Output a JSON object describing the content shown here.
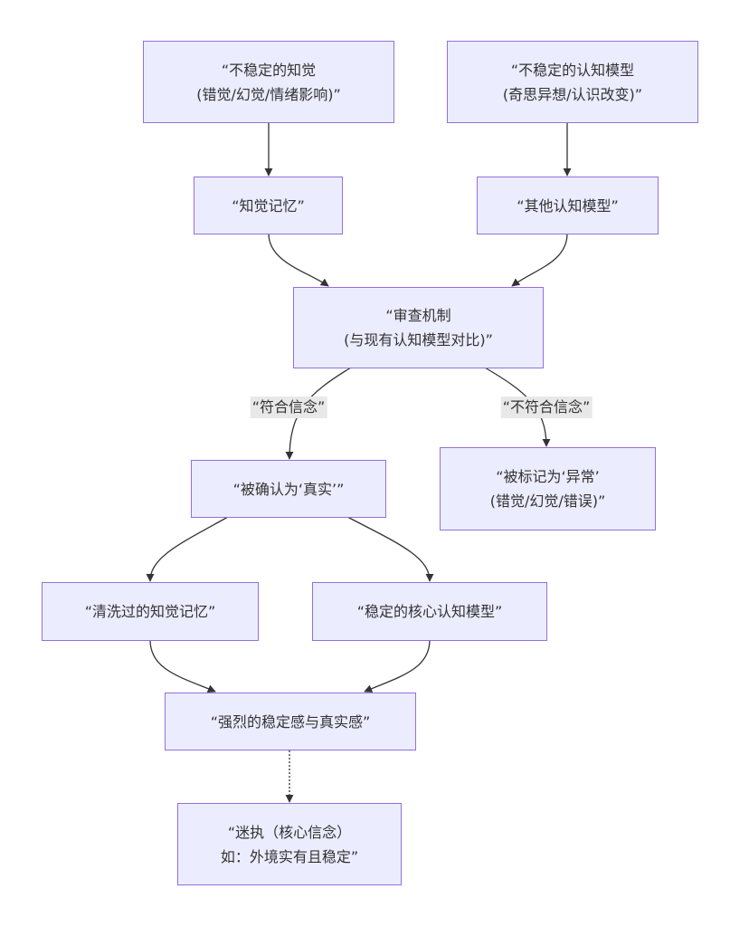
{
  "diagram": {
    "type": "flowchart",
    "direction": "top-down",
    "colors": {
      "node_fill": "#ececff",
      "node_border": "#9370db",
      "edge": "#333333",
      "text": "#333333",
      "edge_label_bg": "#e8e8e8"
    },
    "nodes": [
      {
        "id": "A",
        "label": "“不稳定的知觉\n(错觉/幻觉/情绪影响)”"
      },
      {
        "id": "B",
        "label": "“不稳定的认知模型\n(奇思异想/认识改变)”"
      },
      {
        "id": "C",
        "label": "“知觉记忆”"
      },
      {
        "id": "D",
        "label": "“其他认知模型”"
      },
      {
        "id": "E",
        "label": "“审查机制\n(与现有认知模型对比)”"
      },
      {
        "id": "F",
        "label": "“被确认为‘真实’”"
      },
      {
        "id": "G",
        "label": "“被标记为‘异常’\n(错觉/幻觉/错误)”"
      },
      {
        "id": "H",
        "label": "“清洗过的知觉记忆”"
      },
      {
        "id": "I",
        "label": "“稳定的核心认知模型”"
      },
      {
        "id": "J",
        "label": "“强烈的稳定感与真实感”"
      },
      {
        "id": "K",
        "label": "“迷执（核心信念）\n如：外境实有且稳定”"
      }
    ],
    "edges": [
      {
        "from": "A",
        "to": "C",
        "style": "solid",
        "label": ""
      },
      {
        "from": "B",
        "to": "D",
        "style": "solid",
        "label": ""
      },
      {
        "from": "C",
        "to": "E",
        "style": "solid",
        "label": ""
      },
      {
        "from": "D",
        "to": "E",
        "style": "solid",
        "label": ""
      },
      {
        "from": "E",
        "to": "F",
        "style": "solid",
        "label": "“符合信念”"
      },
      {
        "from": "E",
        "to": "G",
        "style": "solid",
        "label": "“不符合信念”"
      },
      {
        "from": "F",
        "to": "H",
        "style": "solid",
        "label": ""
      },
      {
        "from": "F",
        "to": "I",
        "style": "solid",
        "label": ""
      },
      {
        "from": "H",
        "to": "J",
        "style": "solid",
        "label": ""
      },
      {
        "from": "I",
        "to": "J",
        "style": "solid",
        "label": ""
      },
      {
        "from": "J",
        "to": "K",
        "style": "dotted",
        "label": ""
      }
    ]
  }
}
